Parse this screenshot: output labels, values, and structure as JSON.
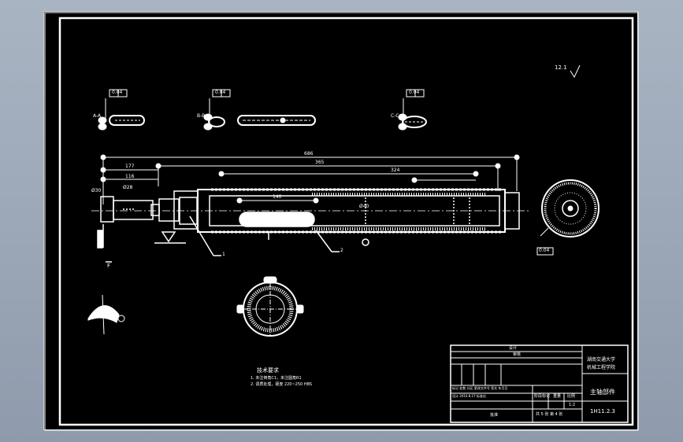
{
  "drawing": {
    "roughness_note": "12.1",
    "tolerance_boxes": [
      "0.04",
      "0.04",
      "0.04",
      "0.04"
    ],
    "section_labels": [
      "A-A",
      "B-B",
      "C-C"
    ],
    "dimensions": {
      "overall": "686",
      "main": "365",
      "left_a": "177",
      "left_b": "116",
      "right_a": "324",
      "slot": "140",
      "dia": "Ø30",
      "dia2": "Ø28",
      "dia3": "Ø40"
    },
    "leaders": [
      "1",
      "2"
    ],
    "view_label": "F",
    "tech_requirements": {
      "title": "技术要求",
      "lines": [
        "1. 未注倒角C1，未注圆角R1",
        "2. 调质处理，硬度 220~250 HBS"
      ]
    }
  },
  "title_block": {
    "drawing_name": "主轴部件",
    "drawing_number": "1H11.2.3",
    "school": "湖南交通大学",
    "department": "机械工程学院",
    "scale": "1:2",
    "sheet_info": "共 5 张  第 4 张",
    "header_cells": [
      "设计",
      "审核"
    ],
    "signature_rows": [
      "标记 处数 分区 更改文件号 签名 年月日",
      "设计 2010.8.27 标准化"
    ],
    "stage_label": "阶段标记",
    "weight_label": "重量",
    "ratio_label": "比例",
    "approve_label": "批准"
  }
}
